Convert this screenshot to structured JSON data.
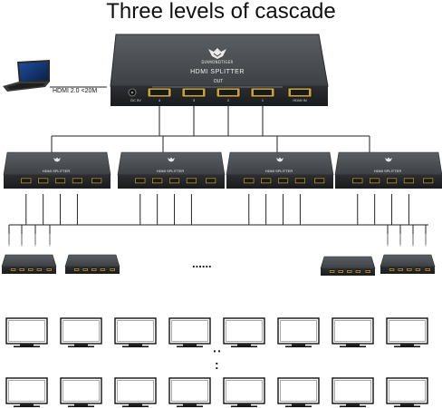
{
  "title": "Three levels of cascade",
  "main_splitter": {
    "brand": "DIAMONDTIGER",
    "label": "HDMI SPLITTER",
    "out_label": "OUT",
    "port_numbers": [
      "4",
      "3",
      "2",
      "1"
    ],
    "in_label": "HDMI IN",
    "power_label": "DC 5V"
  },
  "source": {
    "caption": "HDMI 2.0 <20M"
  },
  "level2_splitters": {
    "label": "HDMI SPLITTER",
    "count": 4
  },
  "level3": {
    "left_count": 2,
    "right_count": 2,
    "ellipsis": "......"
  },
  "monitors": {
    "row_count": 2,
    "per_row": 8,
    "ellipsis": ":"
  }
}
